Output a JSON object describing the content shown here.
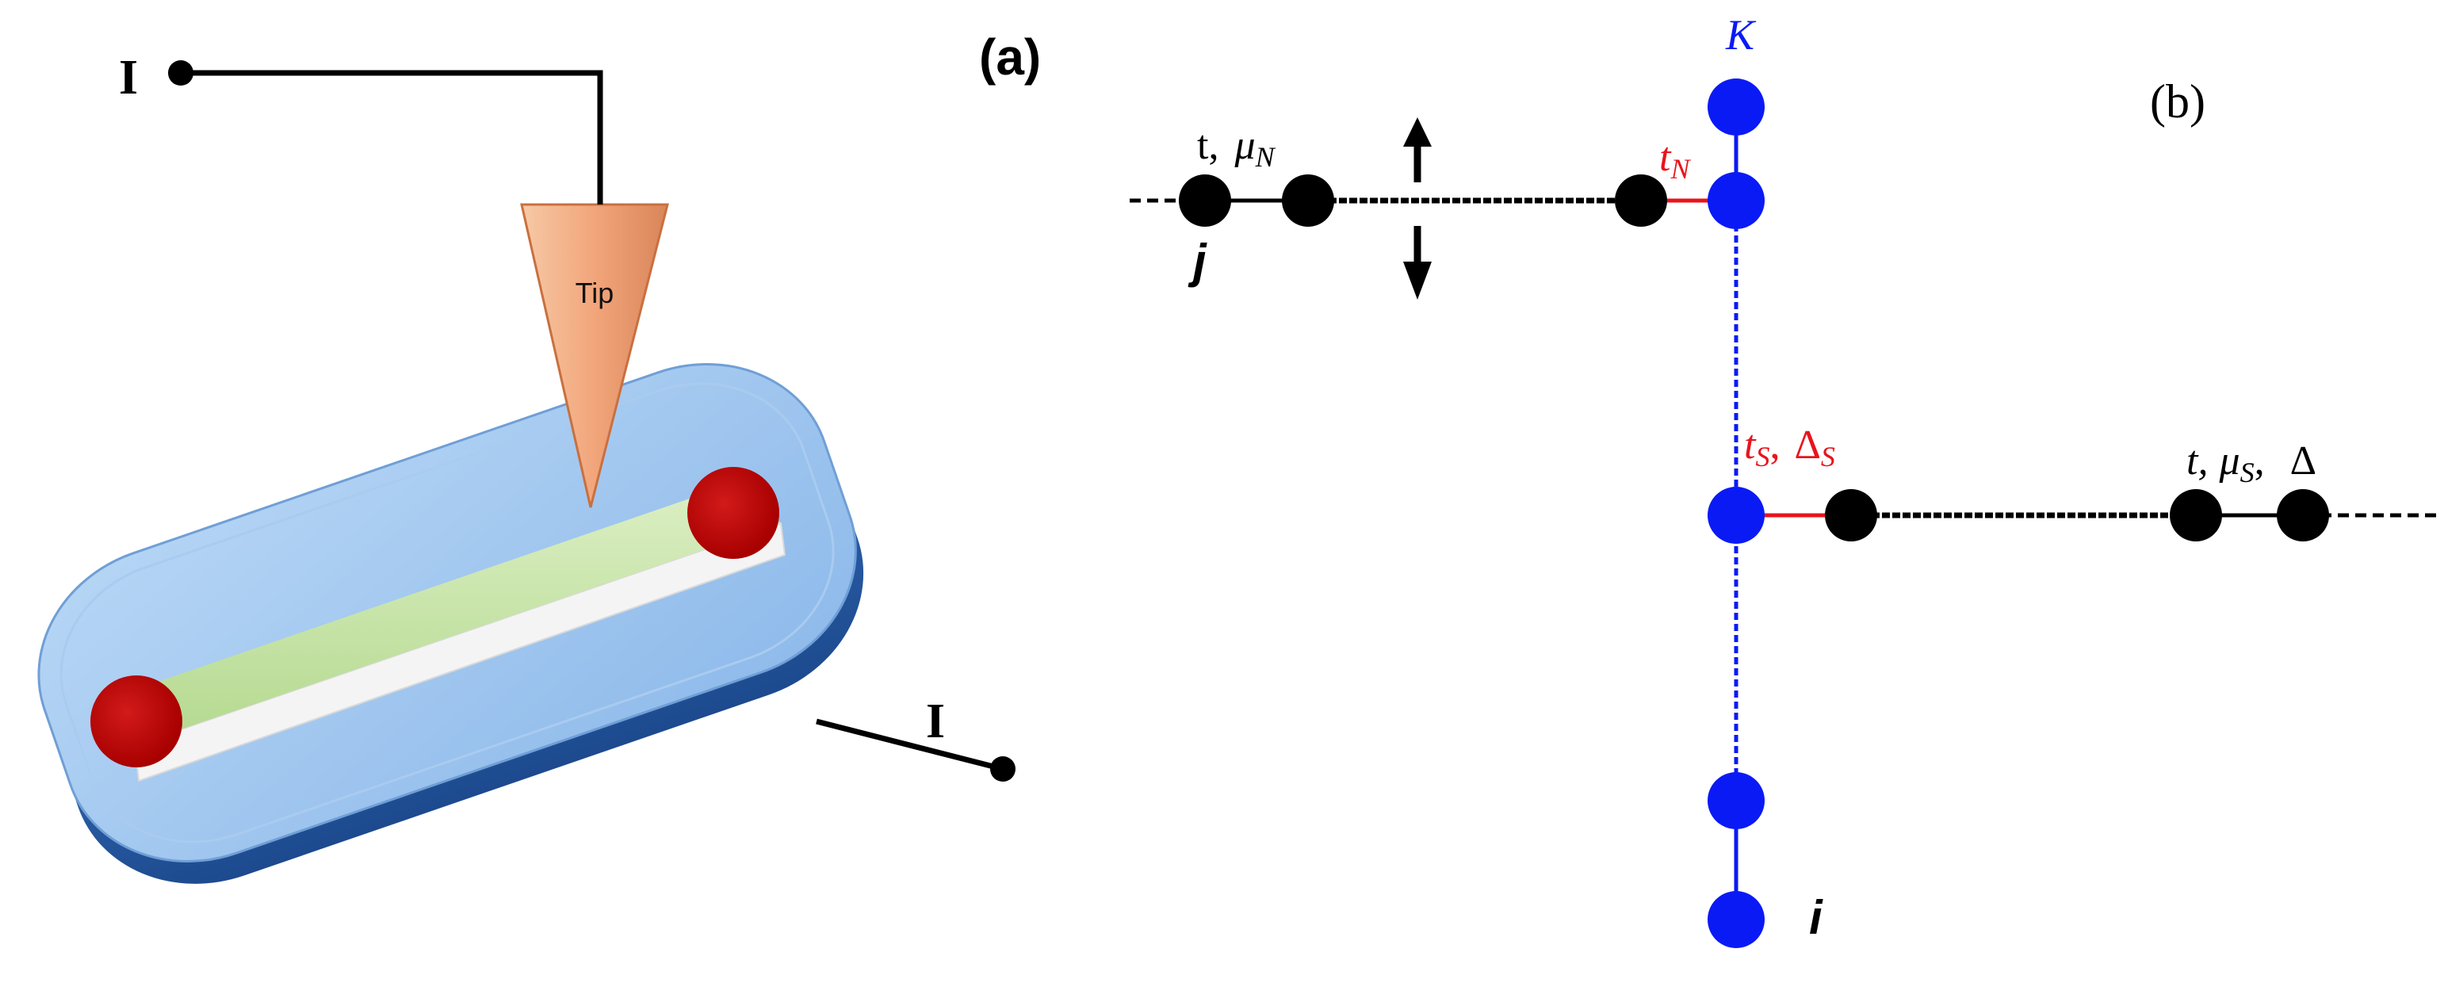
{
  "panel_a": {
    "label": "(a)",
    "tip_label": "Tip",
    "current_label_top": "I",
    "current_label_bottom": "I"
  },
  "panel_b": {
    "label": "(b)",
    "site_K": "K",
    "site_i": "i",
    "site_j": "j",
    "normal_params": {
      "t": "t,",
      "mu": "μ",
      "mu_sub": "N"
    },
    "normal_coupling": {
      "t": "t",
      "t_sub": "N"
    },
    "sc_coupling": {
      "t": "t",
      "t_sub": "S",
      "comma": ",",
      "delta": "Δ",
      "delta_sub": "S"
    },
    "sc_params": {
      "t": "t,",
      "mu": "μ",
      "mu_sub": "S",
      "comma": ",",
      "delta": "Δ"
    }
  },
  "colors": {
    "blue_site": "#0a1af5",
    "black_site": "#000000",
    "red_coupling": "#e8141c",
    "red_end_sphere": "#c00000",
    "green_wire": "#c8e6a8",
    "substrate": "#9cc5ef",
    "tip": "#f2a57a"
  }
}
